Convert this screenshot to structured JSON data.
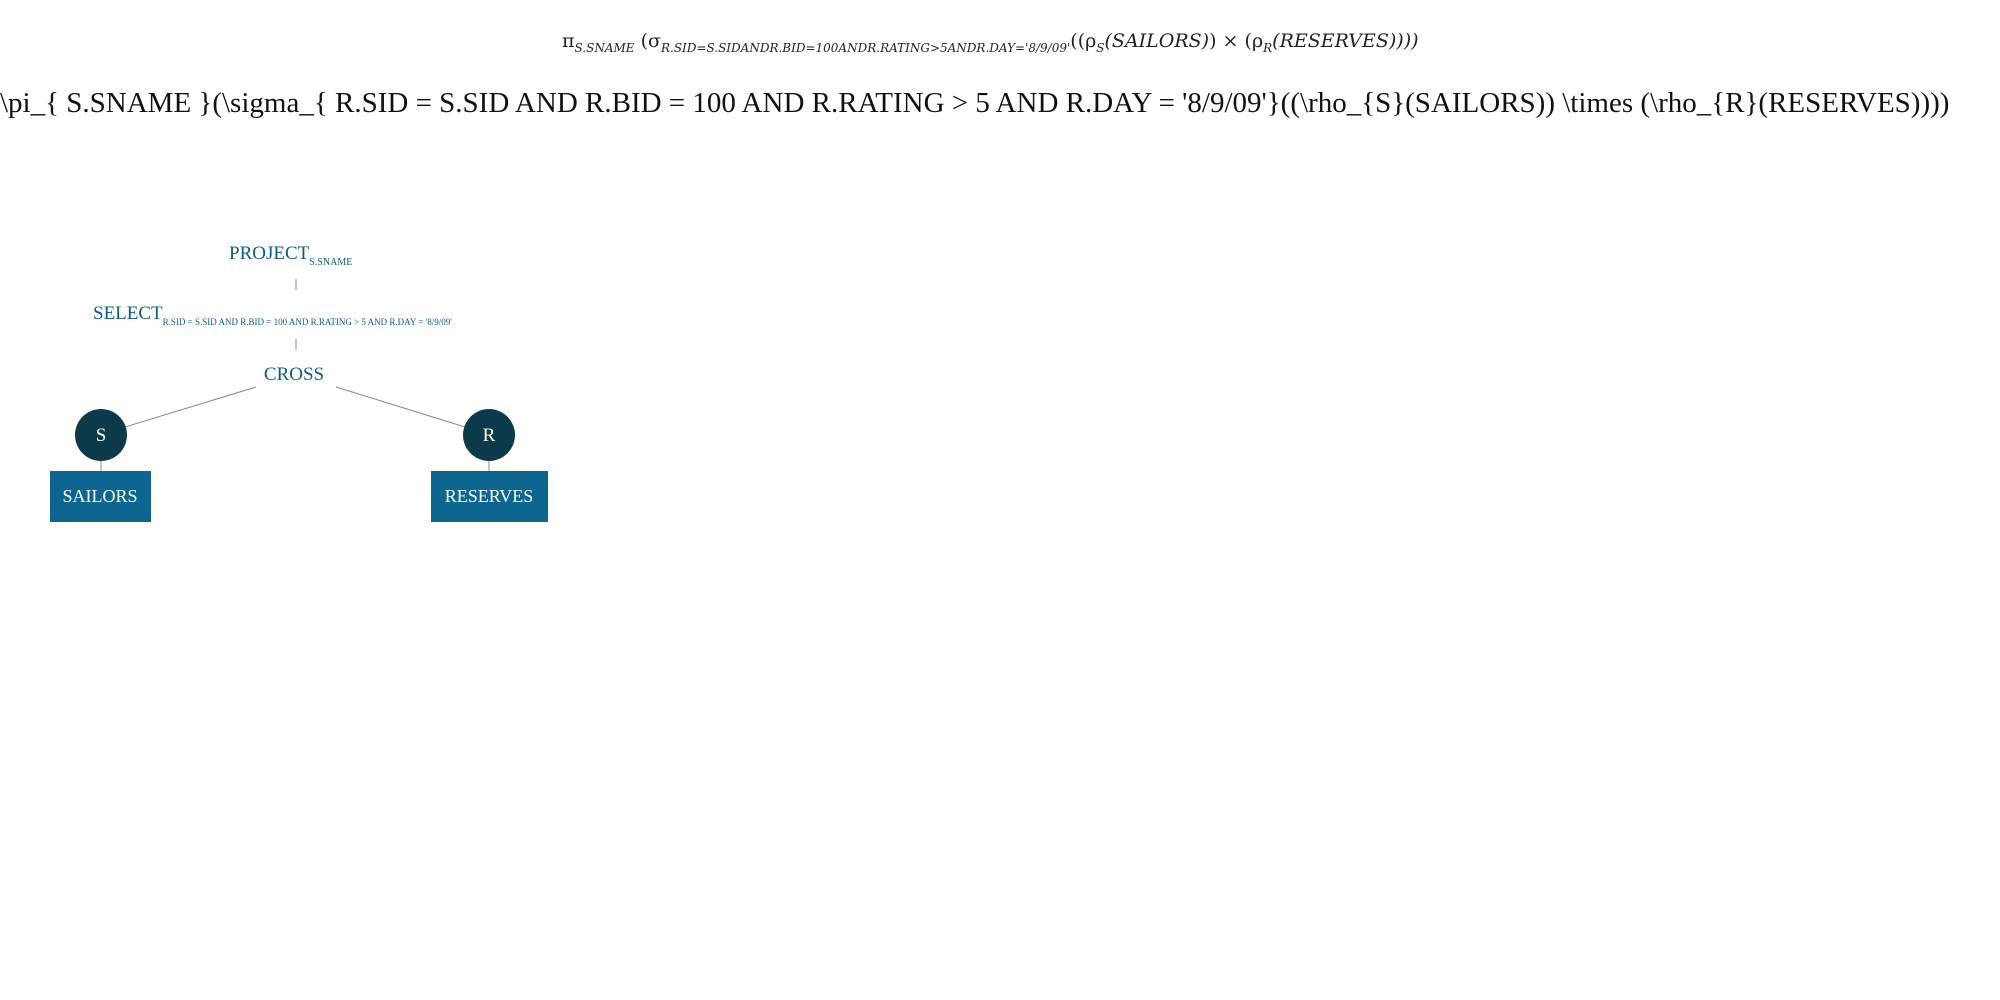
{
  "rendered_expression": {
    "pi": "π",
    "project_sub": "S.SNAME",
    "open1": " (",
    "sigma": "σ",
    "select_sub": "R.SID=S.SIDANDR.BID=100ANDR.RATING>5ANDR.DAY='8/9/09'",
    "open2": "((",
    "rho_s": "ρ",
    "rho_s_sub": "S",
    "sailors": "(SAILORS)",
    "close_times": ") × (",
    "rho_r": "ρ",
    "rho_r_sub": "R",
    "reserves_close": "(RESERVES))))"
  },
  "raw_latex": "\\pi_{ S.SNAME }(\\sigma_{ R.SID = S.SID AND R.BID = 100 AND R.RATING > 5 AND R.DAY = '8/9/09'}((\\rho_{S}(SAILORS)) \\times (\\rho_{R}(RESERVES))))",
  "tree": {
    "project": {
      "label": "PROJECT",
      "sub": "S.SNAME"
    },
    "select": {
      "label": "SELECT",
      "sub": "R.SID = S.SID AND R.BID = 100 AND R.RATING > 5 AND R.DAY = '8/9/09'"
    },
    "cross": {
      "label": "CROSS"
    },
    "rename_s": {
      "label": "S"
    },
    "rename_r": {
      "label": "R"
    },
    "relation_sailors": {
      "label": "SAILORS"
    },
    "relation_reserves": {
      "label": "RESERVES"
    }
  },
  "colors": {
    "label_text": "#0d5c83",
    "circle_fill": "#0b3b4a",
    "box_fill": "#0d6690",
    "edge": "#888888"
  }
}
